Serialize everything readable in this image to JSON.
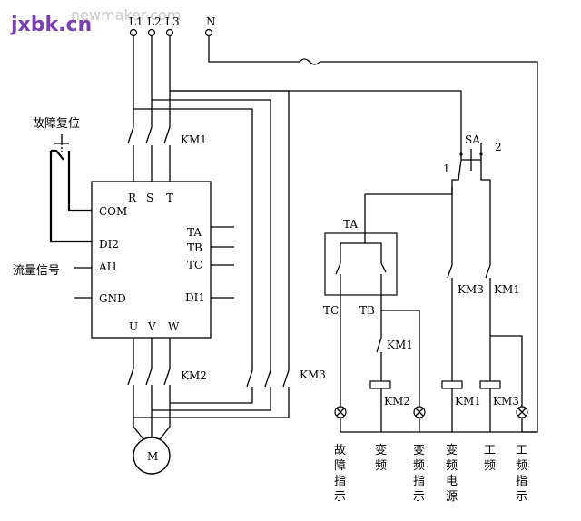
{
  "brand": "jxbk.cn",
  "watermark": "newmaker.com",
  "supply": {
    "l1": "L1",
    "l2": "L2",
    "l3": "L3",
    "n": "N"
  },
  "contactors": {
    "km1": "KM1",
    "km2": "KM2",
    "km3": "KM3"
  },
  "inverter": {
    "com": "COM",
    "di2": "DI2",
    "ai1": "AI1",
    "gnd": "GND",
    "r": "R",
    "s": "S",
    "t": "T",
    "ta": "TA",
    "tb": "TB",
    "tc": "TC",
    "di1": "DI1",
    "u": "U",
    "v": "V",
    "w": "W"
  },
  "inputs": {
    "fault_reset": "故障复位",
    "flow_signal": "流量信号"
  },
  "motor": "M",
  "control": {
    "sa": "SA",
    "sa_pos1": "1",
    "sa_pos2": "2",
    "ta": "TA",
    "tc": "TC",
    "tb": "TB",
    "km1_contact_a": "KM1",
    "km3_contact": "KM3",
    "km1_contact_b": "KM1",
    "coil_km2": "KM2",
    "coil_km1": "KM1",
    "coil_km3": "KM3"
  },
  "lamp_labels": {
    "fault_indicator": [
      "故",
      "障",
      "指",
      "示"
    ],
    "variable_frequency": [
      "变",
      "频"
    ],
    "vf_indicator": [
      "变",
      "频",
      "指",
      "示"
    ],
    "vf_power": [
      "变",
      "频",
      "电",
      "源"
    ],
    "power_frequency": [
      "工",
      "频"
    ],
    "pf_indicator": [
      "工",
      "频",
      "指",
      "示"
    ]
  }
}
